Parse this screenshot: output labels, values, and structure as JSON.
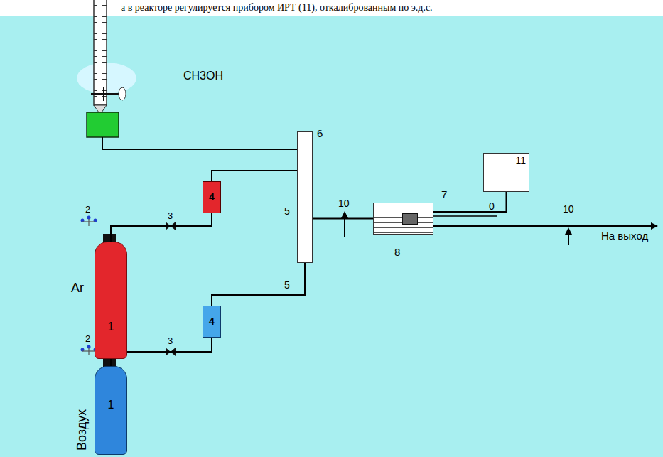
{
  "diagram": {
    "nodes": [
      {
        "text": [
          "Ar",
          "1"
        ]
      },
      {
        "text": [
          "Воздух",
          "1"
        ]
      },
      {
        "text": [
          "4"
        ]
      },
      {
        "text": [
          "4"
        ]
      },
      {
        "text": [
          "6"
        ]
      },
      {
        "text": [
          "7"
        ]
      },
      {
        "text": [
          "8"
        ],
        "in": 5
      },
      {
        "text": [
          "11"
        ]
      }
    ],
    "edges": [
      {
        "from": 0,
        "to": 2,
        "arrow": "none"
      },
      {
        "from": 1,
        "to": 3,
        "arrow": "none"
      },
      {
        "from": 2,
        "to": 4,
        "arrow": "none"
      },
      {
        "from": 3,
        "to": 4,
        "arrow": "none"
      },
      {
        "from": 4,
        "to": 5,
        "arrow": "none"
      },
      {
        "from": 5,
        "to": 7,
        "arrow": "none"
      }
    ],
    "labels": [
      "а в реакторе регулируется прибором ИРТ (11), откалиброванным по э.д.с.",
      "СН3ОН",
      "2",
      "3",
      "2",
      "3",
      "5",
      "5",
      "10",
      "10",
      "0",
      "На выход"
    ]
  }
}
